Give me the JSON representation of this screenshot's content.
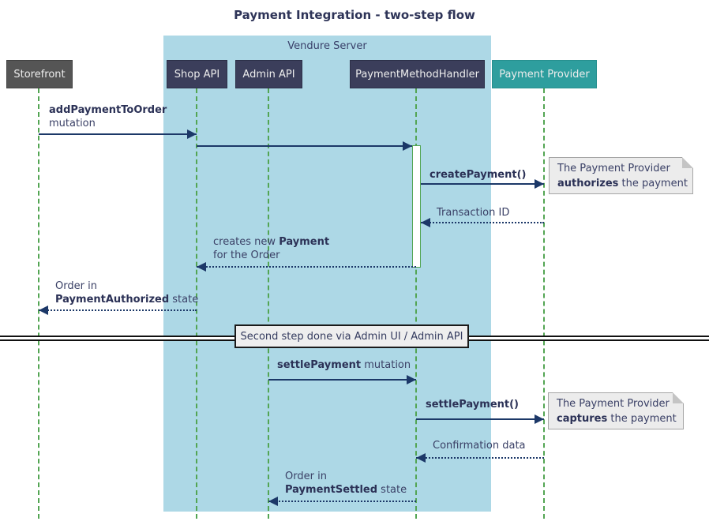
{
  "title": "Payment Integration - two-step flow",
  "colors": {
    "server_box_fill": "#ADD8E6",
    "participant_fill": "#3B3E5B",
    "storefront_fill": "#555555",
    "provider_fill": "#2E9E9E",
    "lifeline_green": "#53A553",
    "arrow_navy": "#1C3868",
    "note_fill": "#ECECEC"
  },
  "server_box": {
    "label": "Vendure Server"
  },
  "participants": {
    "storefront": "Storefront",
    "shop_api": "Shop API",
    "admin_api": "Admin API",
    "handler": "PaymentMethodHandler",
    "provider": "Payment Provider"
  },
  "messages": {
    "add_payment": {
      "bold": "addPaymentToOrder",
      "line2": "mutation"
    },
    "create_payment": "createPayment()",
    "transaction_id": "Transaction ID",
    "creates_payment": {
      "pre": "creates new ",
      "bold": "Payment",
      "line2": "for the Order"
    },
    "order_authorized": {
      "line1": "Order in",
      "bold": "PaymentAuthorized",
      "post": " state"
    },
    "settle_mutation": {
      "bold": "settlePayment",
      "post": " mutation"
    },
    "settle_payment": "settlePayment()",
    "confirmation": "Confirmation data",
    "order_settled": {
      "line1": "Order in",
      "bold": "PaymentSettled",
      "post": " state"
    }
  },
  "divider": {
    "label": "Second step done via Admin UI / Admin API"
  },
  "notes": {
    "authorize": {
      "line1": "The Payment Provider",
      "bold": "authorizes",
      "post": " the payment"
    },
    "capture": {
      "line1": "The Payment Provider",
      "bold": "captures",
      "post": " the payment"
    }
  }
}
